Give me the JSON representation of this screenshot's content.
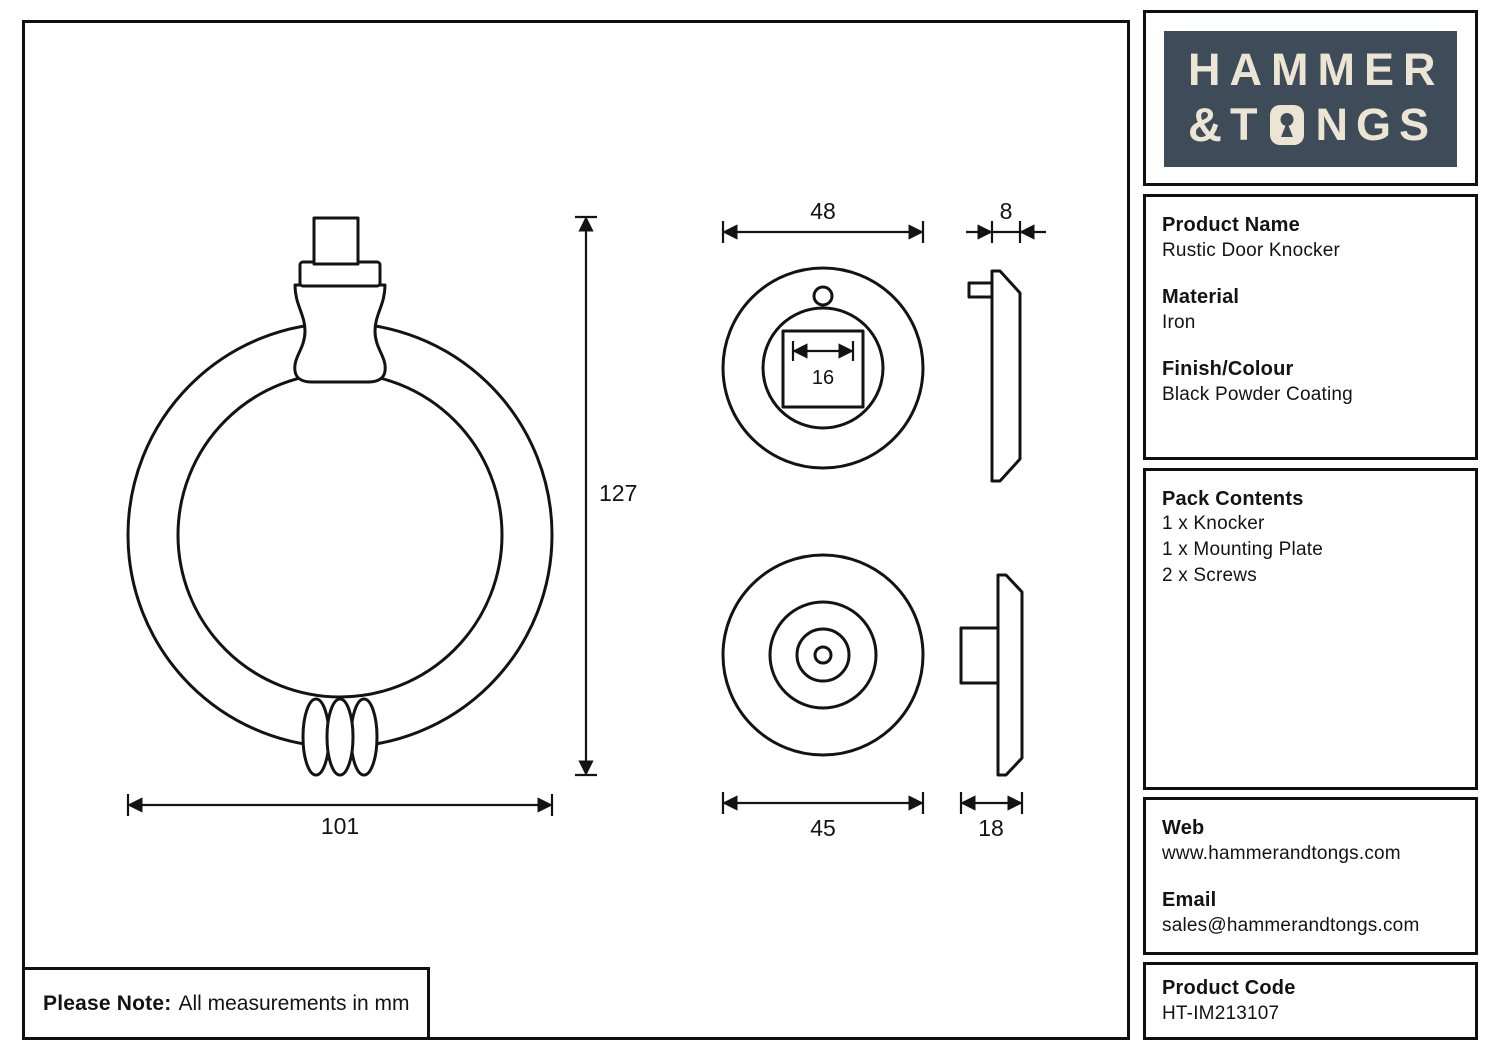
{
  "logo": {
    "word1": "HAMMER",
    "amp": "&",
    "word2_start": "T",
    "word2_end": "NGS",
    "bg_color": "#3e4b58",
    "fg_color": "#ece5d3"
  },
  "product": {
    "name_label": "Product Name",
    "name": "Rustic Door Knocker",
    "material_label": "Material",
    "material": "Iron",
    "finish_label": "Finish/Colour",
    "finish": "Black Powder Coating"
  },
  "pack": {
    "title": "Pack Contents",
    "items": [
      "1 x Knocker",
      "1 x Mounting Plate",
      "2 x Screws"
    ]
  },
  "contact": {
    "web_label": "Web",
    "web": "www.hammerandtongs.com",
    "email_label": "Email",
    "email": "sales@hammerandtongs.com"
  },
  "product_code": {
    "label": "Product Code",
    "value": "HT-IM213107"
  },
  "note": {
    "label": "Please Note:",
    "text": "All measurements in mm"
  },
  "dims": {
    "knocker_height": "127",
    "knocker_width": "101",
    "plate_front_dia": "48",
    "plate_depth": "8",
    "square_cutout": "16",
    "back_plate_dia": "45",
    "back_depth": "18"
  }
}
